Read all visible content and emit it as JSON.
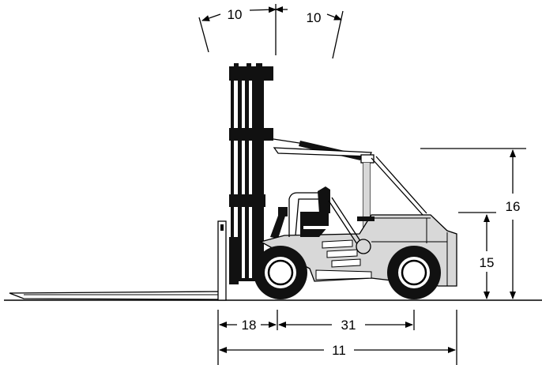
{
  "dimensions": {
    "tilt_forward": "10",
    "tilt_back": "10",
    "height_top": "16",
    "height_mid": "15",
    "fork_to_axle": "18",
    "wheelbase": "31",
    "overall_length": "11"
  },
  "colors": {
    "line": "#000000",
    "body_fill": "#d8d8d8",
    "dark_fill": "#111111",
    "tire_fill": "#111111",
    "hub_fill": "#ffffff"
  }
}
